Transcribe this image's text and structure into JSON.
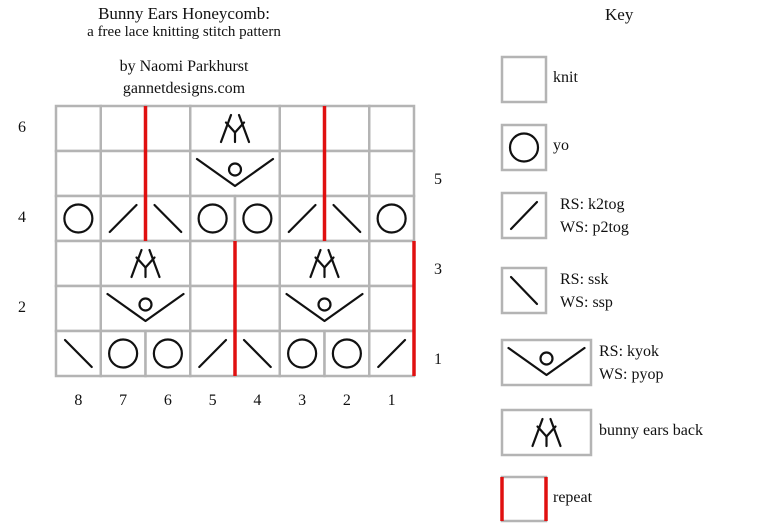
{
  "header": {
    "title": "Bunny Ears Honeycomb:",
    "subtitle": "a free lace knitting stitch pattern",
    "author": "by Naomi Parkhurst",
    "website": "gannetdesigns.com"
  },
  "chart": {
    "columns": 8,
    "rows_top_to_bottom": [
      {
        "row": 6,
        "cells": [
          [
            "knit",
            1
          ],
          [
            "knit",
            1
          ],
          [
            "knit",
            1
          ],
          [
            "bunny",
            2
          ],
          [
            "knit",
            1
          ],
          [
            "knit",
            1
          ],
          [
            "knit",
            1
          ]
        ]
      },
      {
        "row": 5,
        "cells": [
          [
            "knit",
            1
          ],
          [
            "knit",
            1
          ],
          [
            "knit",
            1
          ],
          [
            "kyok",
            2
          ],
          [
            "knit",
            1
          ],
          [
            "knit",
            1
          ],
          [
            "knit",
            1
          ]
        ]
      },
      {
        "row": 4,
        "cells": [
          [
            "yo",
            1
          ],
          [
            "k2tog",
            1
          ],
          [
            "ssk",
            1
          ],
          [
            "yo",
            1
          ],
          [
            "yo",
            1
          ],
          [
            "k2tog",
            1
          ],
          [
            "ssk",
            1
          ],
          [
            "yo",
            1
          ]
        ]
      },
      {
        "row": 3,
        "cells": [
          [
            "knit",
            1
          ],
          [
            "bunny",
            2
          ],
          [
            "knit",
            1
          ],
          [
            "knit",
            1
          ],
          [
            "bunny",
            2
          ],
          [
            "knit",
            1
          ]
        ]
      },
      {
        "row": 2,
        "cells": [
          [
            "knit",
            1
          ],
          [
            "kyok",
            2
          ],
          [
            "knit",
            1
          ],
          [
            "knit",
            1
          ],
          [
            "kyok",
            2
          ],
          [
            "knit",
            1
          ]
        ]
      },
      {
        "row": 1,
        "cells": [
          [
            "ssk",
            1
          ],
          [
            "yo",
            1
          ],
          [
            "yo",
            1
          ],
          [
            "k2tog",
            1
          ],
          [
            "ssk",
            1
          ],
          [
            "yo",
            1
          ],
          [
            "yo",
            1
          ],
          [
            "k2tog",
            1
          ]
        ]
      }
    ],
    "repeat_lines": [
      {
        "rows": [
          4,
          6
        ],
        "after_column_from_left": [
          2,
          6
        ]
      },
      {
        "rows": [
          1,
          3
        ],
        "after_column_from_left": [
          4,
          8
        ]
      }
    ],
    "left_row_labels": [
      "6",
      "4",
      "2"
    ],
    "right_row_labels": [
      "5",
      "3",
      "1"
    ],
    "column_labels": [
      "8",
      "7",
      "6",
      "5",
      "4",
      "3",
      "2",
      "1"
    ],
    "repeat_color": "#e01010",
    "grid_color": "#b4b4b4"
  },
  "key": {
    "title": "Key",
    "items": [
      {
        "symbol": "knit",
        "lines": [
          "knit"
        ]
      },
      {
        "symbol": "yo",
        "lines": [
          "yo"
        ]
      },
      {
        "symbol": "k2tog",
        "lines": [
          "RS: k2tog",
          "WS: p2tog"
        ]
      },
      {
        "symbol": "ssk",
        "lines": [
          "RS: ssk",
          "WS: ssp"
        ]
      },
      {
        "symbol": "kyok",
        "lines": [
          "RS: kyok",
          "WS: pyop"
        ]
      },
      {
        "symbol": "bunny",
        "lines": [
          "bunny ears back"
        ]
      },
      {
        "symbol": "repeat",
        "lines": [
          "repeat"
        ]
      }
    ]
  }
}
